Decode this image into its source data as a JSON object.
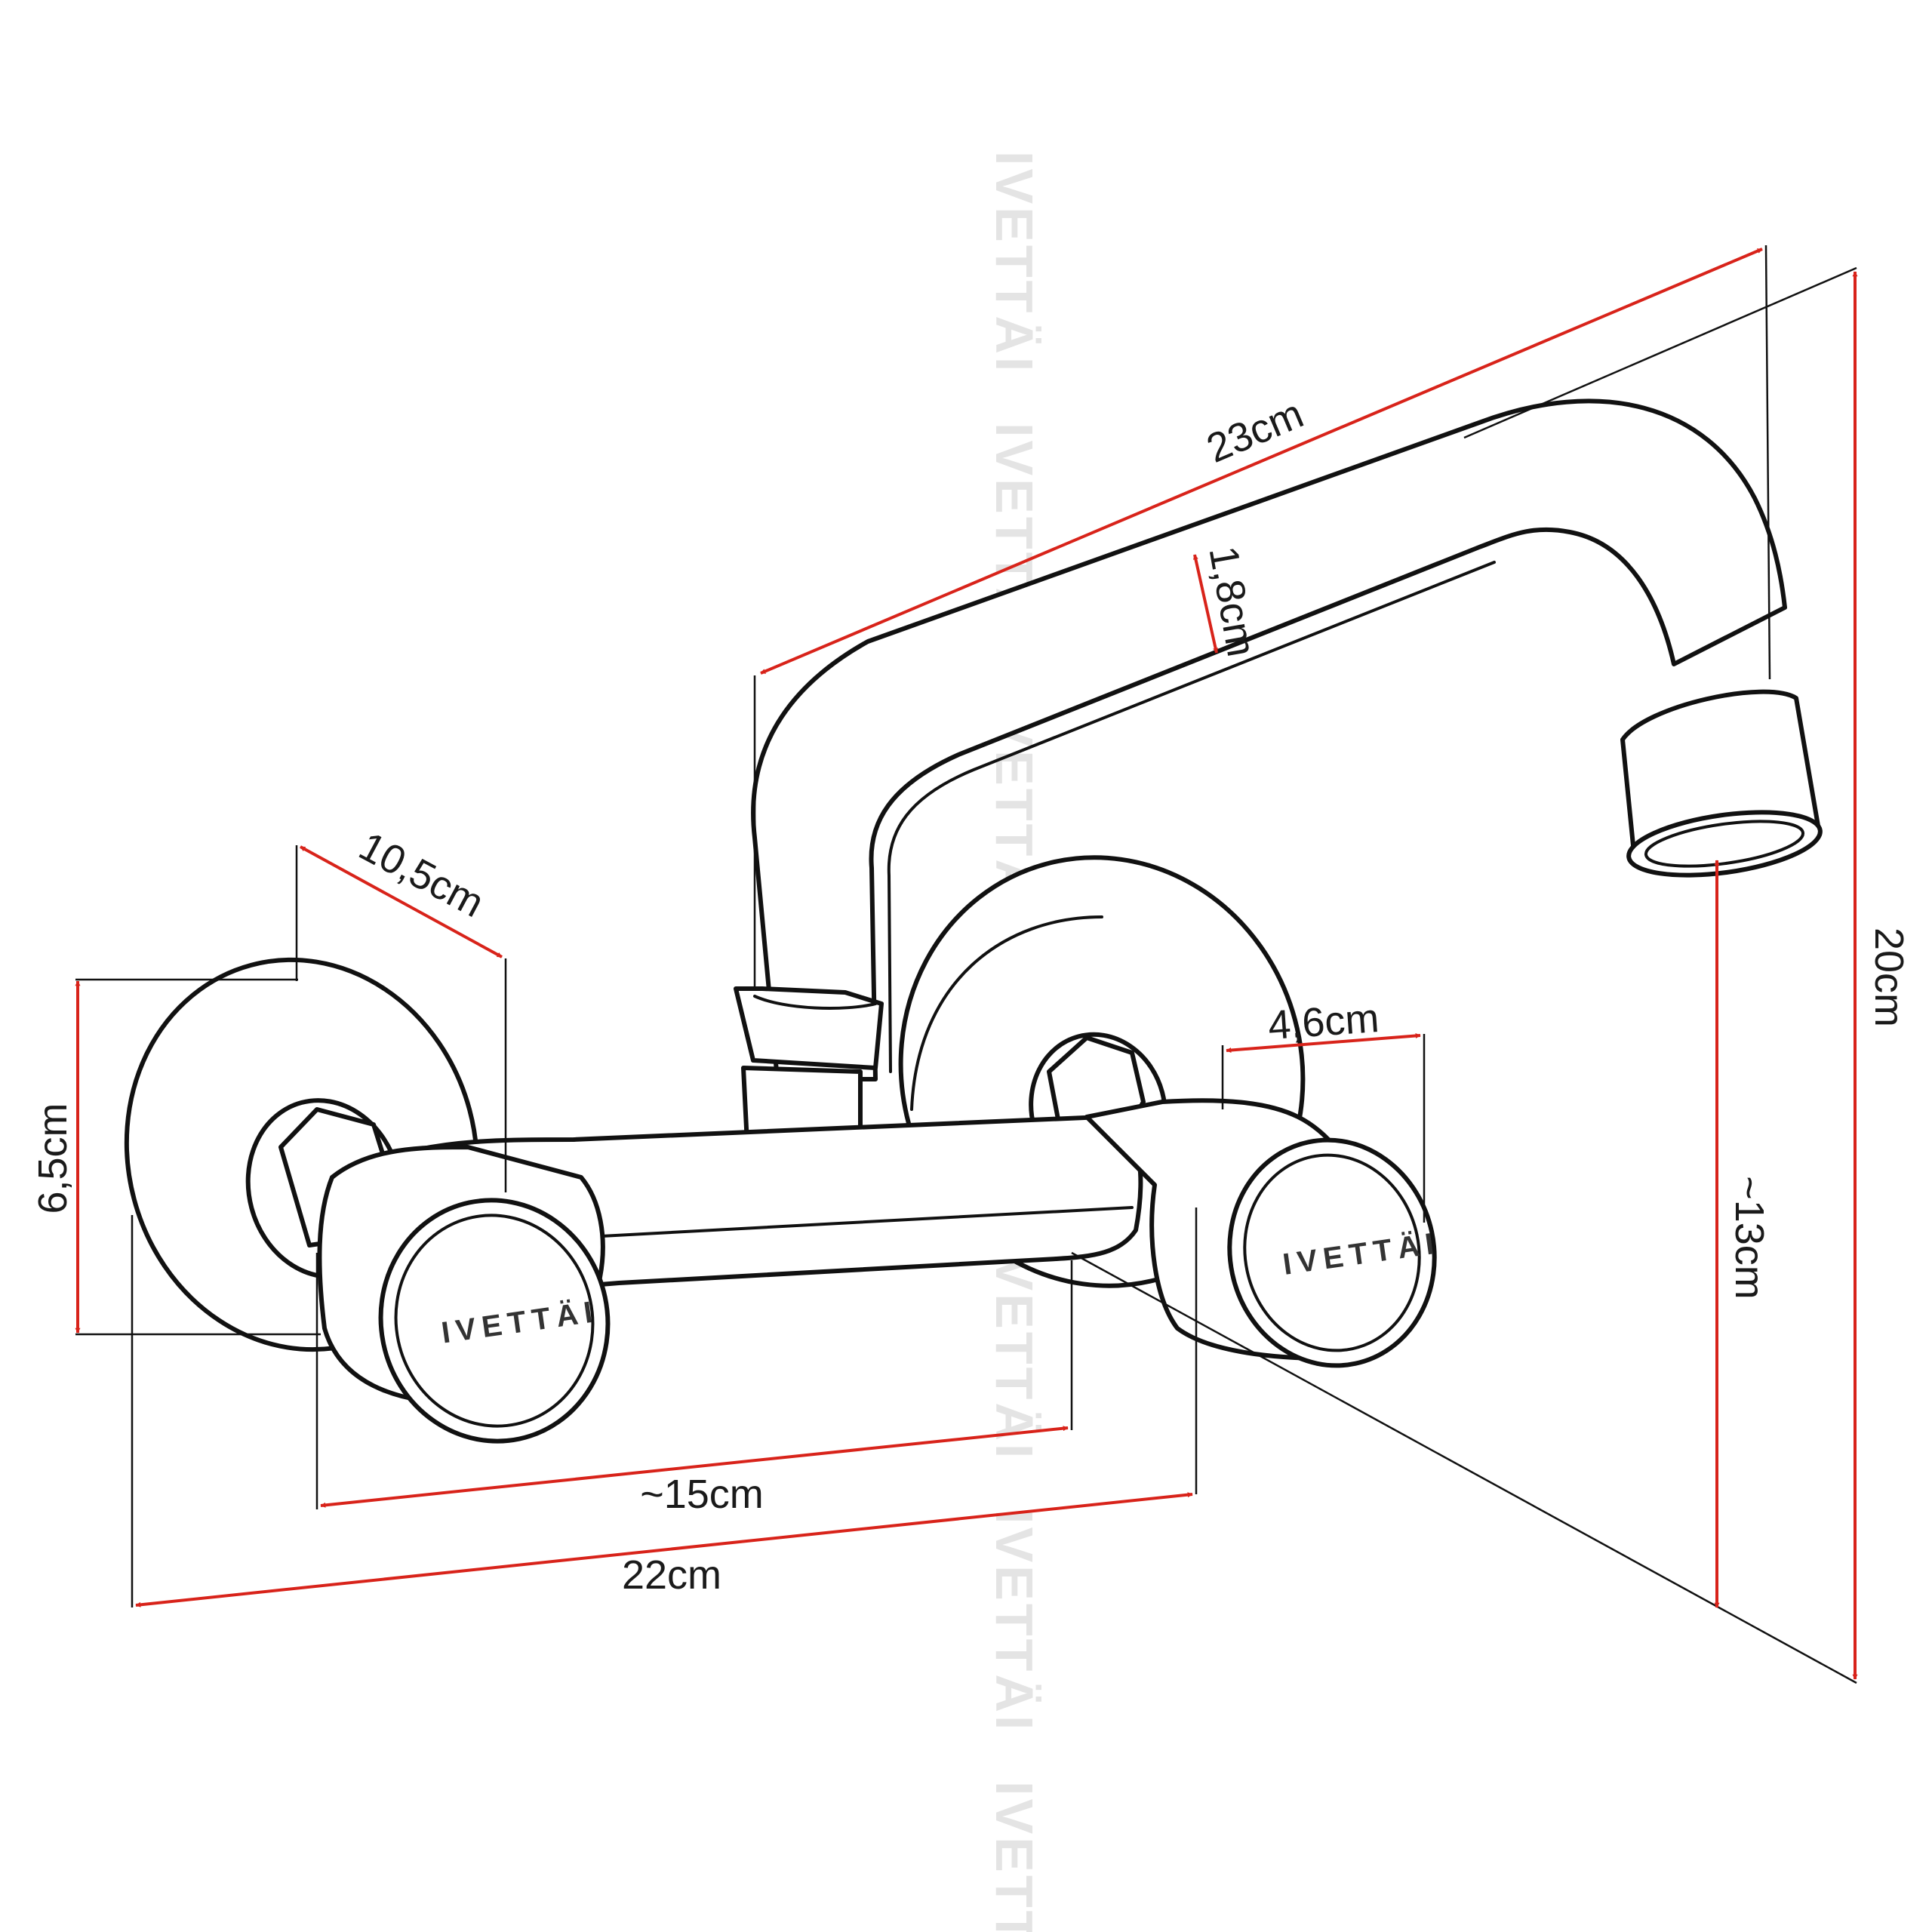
{
  "brand": {
    "logo_text": "IVETTÄI",
    "watermark_text": "IVETTÄI"
  },
  "colors": {
    "dimension_line": "#d8231a",
    "outline": "#111111",
    "watermark": "#e4e4e4"
  },
  "dimensions": {
    "spout_reach": "23cm",
    "spout_diameter": "1,8cm",
    "total_height": "20cm",
    "spout_clearance": "~13cm",
    "rosette_depth": "10,5cm",
    "rosette_diameter": "6,5cm",
    "handle_diameter": "4,6cm",
    "inlet_spacing": "~15cm",
    "total_width": "22cm"
  }
}
